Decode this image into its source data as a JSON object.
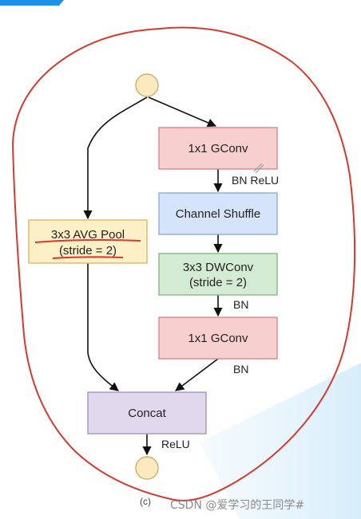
{
  "diagram": {
    "nodes": {
      "gconv_top": "1x1 GConv",
      "channel_shuffle": "Channel Shuffle",
      "dwconv_line1": "3x3 DWConv",
      "dwconv_line2": "(stride = 2)",
      "gconv_bottom": "1x1 GConv",
      "avgpool_line1": "3x3 AVG Pool",
      "avgpool_line2": "(stride = 2)",
      "concat": "Concat"
    },
    "edge_labels": {
      "after_gconv_top": "BN ReLU",
      "after_dwconv": "BN",
      "after_gconv_bottom": "BN",
      "after_concat": "ReLU"
    },
    "caption": "(c)"
  },
  "watermark": "CSDN @爱学习的王同学#",
  "colors": {
    "node_input": "#fbeabf",
    "node_red_fill": "#f8cfcf",
    "node_red_stroke": "#d48a8a",
    "node_blue_fill": "#d6e4fb",
    "node_blue_stroke": "#8faed8",
    "node_green_fill": "#d3ebd2",
    "node_green_stroke": "#86b884",
    "node_yellow_fill": "#fdefc6",
    "node_yellow_stroke": "#d5b96a",
    "node_purple_fill": "#e2d8ee",
    "node_purple_stroke": "#a693c2",
    "annotation_red": "#d63a2e",
    "accent_blue": "#1e90e8"
  }
}
